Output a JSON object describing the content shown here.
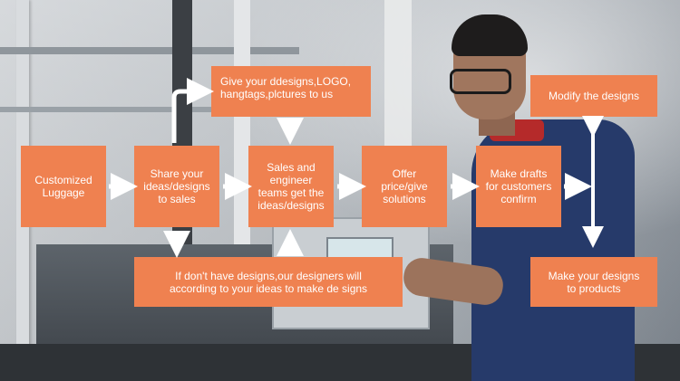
{
  "flow": {
    "customized": "Customized\nLuggage",
    "share": "Share your\nideas/designs\nto sales",
    "give": "Give your ddesigns,LOGO,\nhangtags,plctures to us",
    "sales": "Sales and\nengineer\nteams get the\nideas/designs",
    "offer": "Offer\nprice/give\nsolutions",
    "drafts": "Make drafts\nfor customers\nconfirm",
    "modify": "Modify the designs",
    "products": "Make your designs\nto products",
    "nodesign": "If don't have designs,our designers will\naccording to your ideas to make de signs"
  },
  "colors": {
    "box": "#ef8150",
    "text": "#ffffff",
    "arrow": "#ffffff"
  },
  "icons": [
    "arrow-right-icon",
    "arrow-down-icon",
    "arrow-up-icon",
    "double-arrow-vertical-icon",
    "elbow-arrow-icon"
  ]
}
